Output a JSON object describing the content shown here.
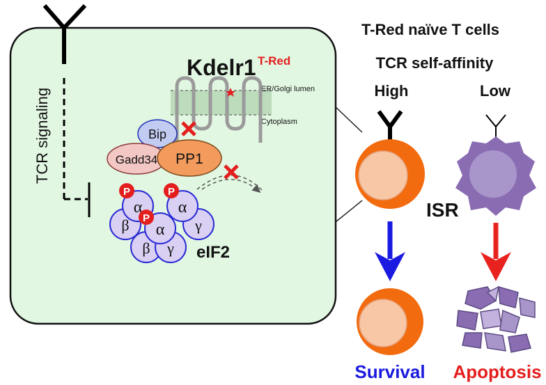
{
  "colors": {
    "cell_box_fill": "#e2f7e2",
    "membrane_band": "#bcdcbc",
    "orange": "#f26b0f",
    "orange_inner": "#f7c7a6",
    "purple": "#8a6cb3",
    "purple_inner": "#a896cb",
    "purple_light": "#c3b2dd",
    "blue_arrow": "#1a1ae0",
    "red_arrow": "#e8231f",
    "red": "#e41e1e",
    "eif2_fill": "#d9d0f3",
    "eif2_stroke": "#2a2ad6",
    "bip_fill": "#c2ccf2",
    "gadd34_fill": "#f3c7c4",
    "pp1_fill": "#f29b5d"
  },
  "labels": {
    "tcr_signaling": "TCR signaling",
    "kdelr1": "Kdelr1",
    "kdelr1_superscript": "T-Red",
    "er_golgi_lumen": "ER/Golgi lumen",
    "cytoplasm": "Cytoplasm",
    "bip": "Bip",
    "gadd34": "Gadd34",
    "pp1": "PP1",
    "eif2": "eIF2",
    "phospho": "P",
    "alpha": "α",
    "beta": "β",
    "gamma": "γ",
    "header_line1": "T-Red naïve T cells",
    "header_line2": "TCR self-affinity",
    "high": "High",
    "low": "Low",
    "isr": "ISR",
    "survival": "Survival",
    "apoptosis": "Apoptosis"
  },
  "icons": [
    "tcr-receptor-icon",
    "inhibition-arrow-icon",
    "blocked-x-icon",
    "phospho-marker-icon"
  ]
}
